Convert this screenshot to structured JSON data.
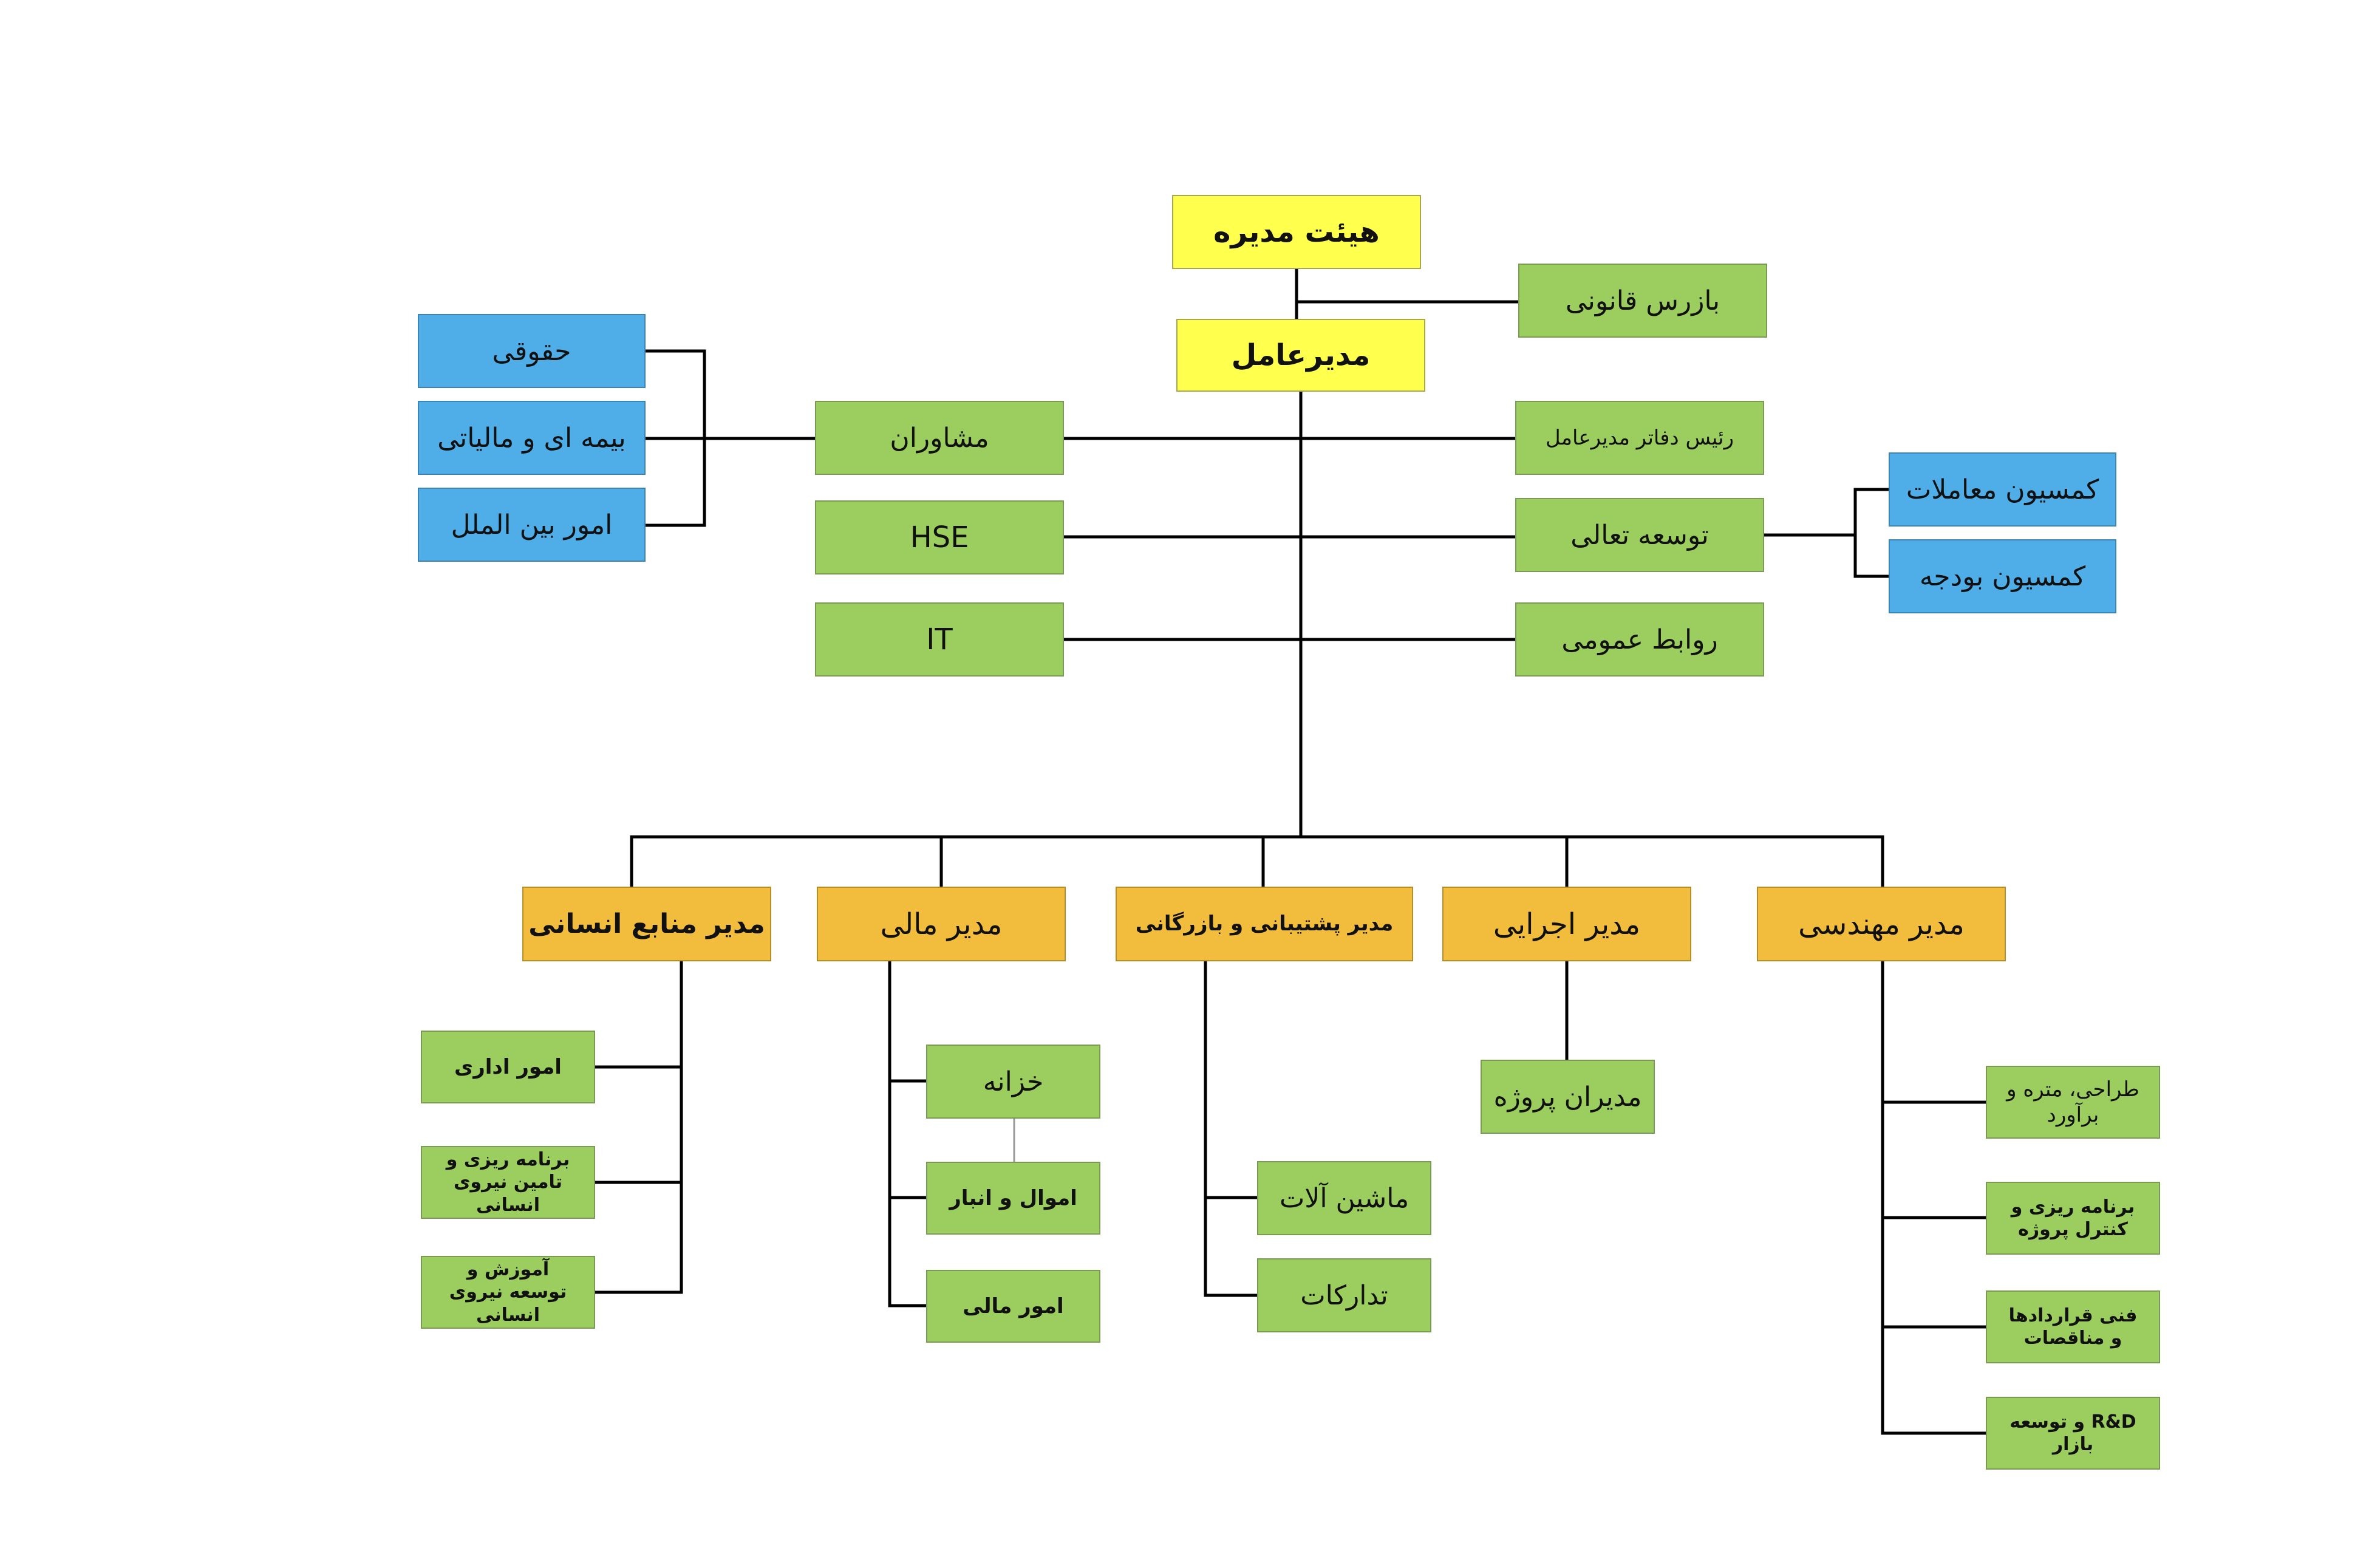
{
  "nodes": {
    "board": "هیئت مدیره",
    "inspector": "بازرس قانونی",
    "ceo": "مدیرعامل",
    "advisors": "مشاوران",
    "office_head": "رئیس دفاتر مدیرعامل",
    "hse": "HSE",
    "excellence": "توسعه تعالی",
    "it": "IT",
    "public_relations": "روابط عمومی",
    "legal": "حقوقی",
    "insurance_tax": "بیمه ای و مالیاتی",
    "international": "امور بین الملل",
    "transactions_committee": "کمسیون معاملات",
    "budget_committee": "کمسیون بودجه",
    "hr_manager": "مدیر منابع انسانی",
    "finance_manager": "مدیر مالی",
    "support_manager": "مدیر پشتیبانی و بازرگانی",
    "execution_manager": "مدیر اجرایی",
    "engineering_manager": "مدیر مهندسی",
    "admin_affairs": "امور اداری",
    "hr_planning": "برنامه ریزی و تامین نیروی انسانی",
    "hr_training": "آموزش و توسعه نیروی انسانی",
    "treasury": "خزانه",
    "assets_warehouse": "اموال و انبار",
    "financial_affairs": "امور مالی",
    "machinery": "ماشین آلات",
    "procurement": "تدارکات",
    "project_managers": "مدیران پروژه",
    "design_estimation": "طراحی، متره و برآورد",
    "project_control": "برنامه ریزی و کنترل پروژه",
    "contracts_tenders": "فنی قراردادها و مناقصات",
    "rd_market": "R&D و توسعه بازار"
  }
}
